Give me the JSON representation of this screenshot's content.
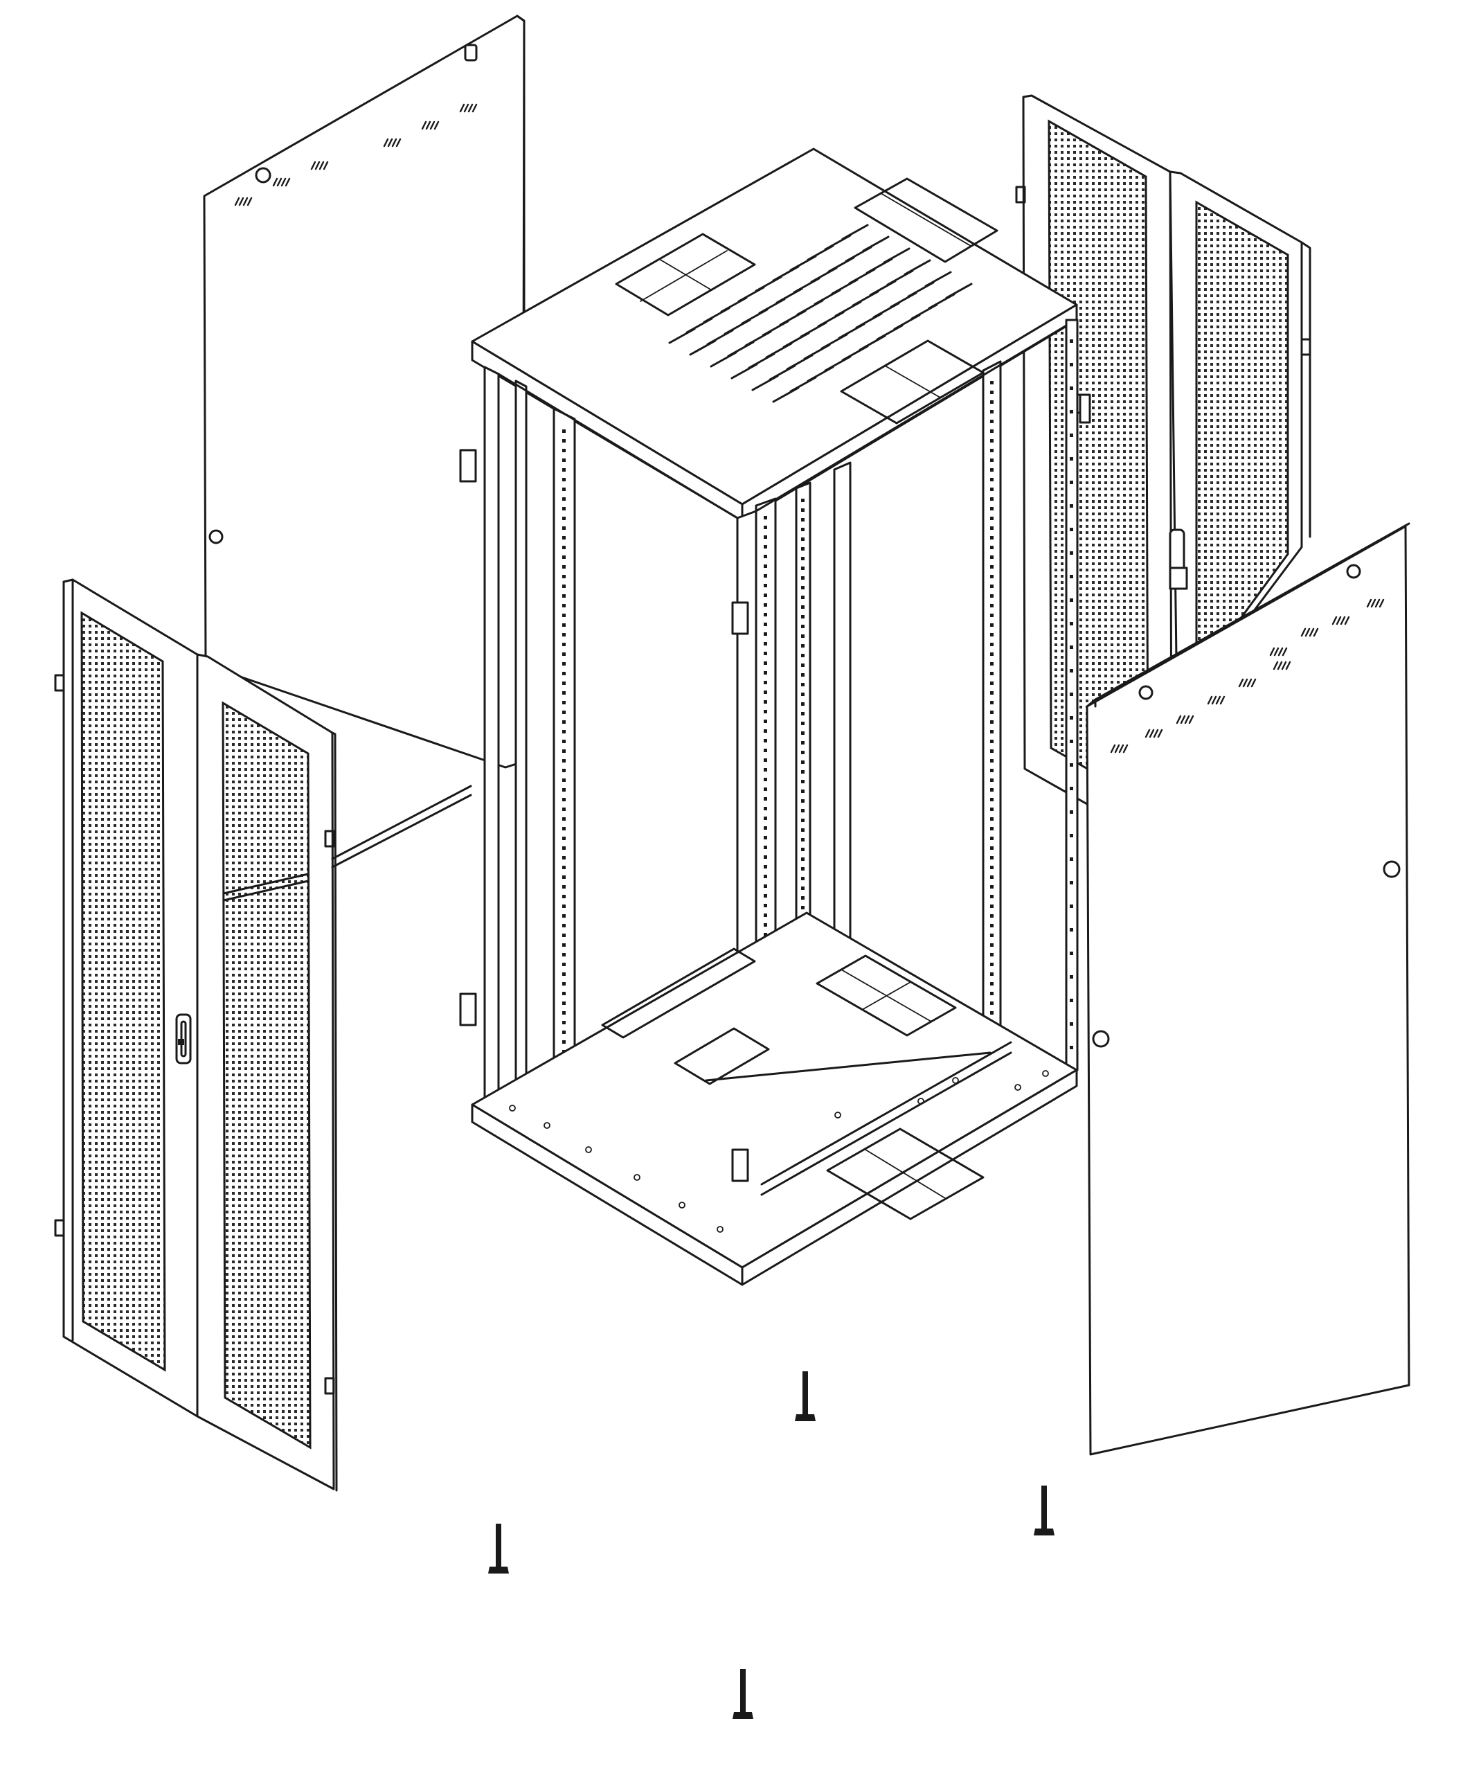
{
  "figure": {
    "kind": "exploded isometric line drawing",
    "parts": [
      {
        "id": "cabinet-frame",
        "icon": "rack-frame"
      },
      {
        "id": "top-cover",
        "icon": "vented-top-panel"
      },
      {
        "id": "front-double-door",
        "icon": "perforated-double-door"
      },
      {
        "id": "rear-double-door",
        "icon": "perforated-double-door"
      },
      {
        "id": "left-side-panel",
        "icon": "solid-side-panel"
      },
      {
        "id": "right-side-panel",
        "icon": "solid-side-panel"
      },
      {
        "id": "leveling-feet",
        "icon": "leveling-foot",
        "count": 4
      }
    ]
  },
  "colors": {
    "line": "#1a1a1a",
    "fill": "#ffffff",
    "background": "#ffffff"
  }
}
